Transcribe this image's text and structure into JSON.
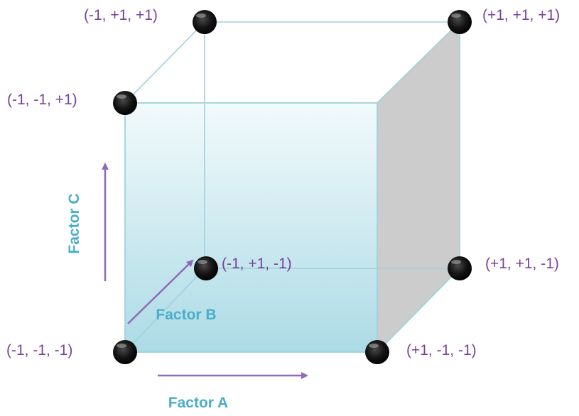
{
  "diagram": {
    "colors": {
      "label_text": "#7b3f9e",
      "factor_text": "#4aaecb",
      "arrow": "#8e6bb8",
      "cube_edge": "#9fd2dc",
      "front_face_top": "#f2fafc",
      "front_face_bottom": "#acdbe5",
      "right_face": "#cccccc",
      "vertex_fill": "#111111"
    },
    "factors": {
      "a": "Factor A",
      "b": "Factor B",
      "c": "Factor C"
    },
    "corners": {
      "back_top_left": "(-1, +1, +1)",
      "back_top_right": "(+1, +1, +1)",
      "front_top_left": "(-1, -1, +1)",
      "back_bottom_left": "(-1, +1, -1)",
      "back_bottom_right": "(+1, +1, -1)",
      "front_bottom_left": "(-1, -1, -1)",
      "front_bottom_right": "(+1, -1, -1)"
    }
  }
}
